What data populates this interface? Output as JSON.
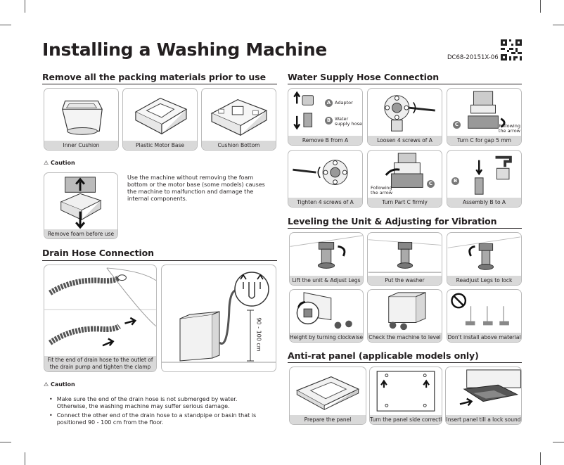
{
  "header": {
    "title": "Installing a Washing Machine",
    "doc_code": "DC68-20151X-06"
  },
  "packing": {
    "heading": "Remove all the packing materials prior to use",
    "items": [
      "Inner Cushion",
      "Plastic Motor Base",
      "Cushion Bottom"
    ],
    "caution_label": "Caution",
    "caution_caption": "Remove foam before use",
    "caution_text": "Use the machine without removing the foam bottom or the motor base (some models) causes the machine to malfunction and damage the internal components."
  },
  "drain": {
    "heading": "Drain Hose Connection",
    "caption": "Fit the end of drain hose to the outlet of the drain pump and tighten the clamp",
    "height_label": "90 - 100 cm",
    "caution_label": "Caution",
    "bullets": [
      "Make sure the end of the drain hose is not submerged by water. Otherwise, the washing machine may suffer serious damage.",
      "Connect the other end of the drain hose to a standpipe or basin that is positioned 90 - 100 cm from the floor."
    ]
  },
  "water": {
    "heading": "Water Supply Hose Connection",
    "steps": [
      "Remove B from A",
      "Loosen 4 screws of A",
      "Turn C for gap 5 mm",
      "Tighten 4 screws of A",
      "Turn Part C firmly",
      "Assembly B to A"
    ],
    "adaptor_label": "Adaptor",
    "hose_label": "Water supply hose",
    "following_arrow": "Following the arrow",
    "badges": {
      "a": "A",
      "b": "B",
      "c": "C"
    }
  },
  "leveling": {
    "heading": "Leveling the Unit & Adjusting for Vibration",
    "steps": [
      "Lift the unit & Adjust Legs",
      "Put the washer",
      "Readjust Legs to lock",
      "Height by turning clockwise",
      "Check the machine to level",
      "Don't install above material"
    ]
  },
  "antirat": {
    "heading": "Anti-rat panel (applicable models only)",
    "steps": [
      "Prepare the panel",
      "Turn the panel side correctly",
      "Insert panel till a lock sound"
    ]
  }
}
